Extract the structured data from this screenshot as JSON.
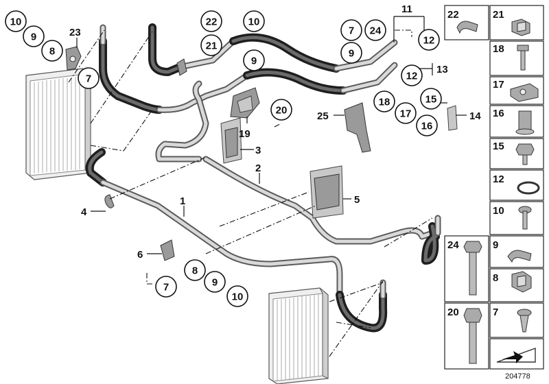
{
  "diagram_id": "204778",
  "callouts": [
    {
      "id": "c10a",
      "label": "10"
    },
    {
      "id": "c9a",
      "label": "9"
    },
    {
      "id": "c8a",
      "label": "8"
    },
    {
      "id": "c7a",
      "label": "7"
    },
    {
      "id": "c22a",
      "label": "22"
    },
    {
      "id": "c21a",
      "label": "21"
    },
    {
      "id": "c10b",
      "label": "10"
    },
    {
      "id": "c9b",
      "label": "9"
    },
    {
      "id": "c7b",
      "label": "7"
    },
    {
      "id": "c24a",
      "label": "24"
    },
    {
      "id": "c12a",
      "label": "12"
    },
    {
      "id": "c9c",
      "label": "9"
    },
    {
      "id": "c12b",
      "label": "12"
    },
    {
      "id": "c20a",
      "label": "20"
    },
    {
      "id": "c18a",
      "label": "18"
    },
    {
      "id": "c17a",
      "label": "17"
    },
    {
      "id": "c15a",
      "label": "15"
    },
    {
      "id": "c16a",
      "label": "16"
    },
    {
      "id": "c7c",
      "label": "7"
    },
    {
      "id": "c8b",
      "label": "8"
    },
    {
      "id": "c9d",
      "label": "9"
    },
    {
      "id": "c10c",
      "label": "10"
    }
  ],
  "labels": [
    {
      "id": "l23",
      "label": "23"
    },
    {
      "id": "l11",
      "label": "11"
    },
    {
      "id": "l13",
      "label": "13"
    },
    {
      "id": "l25",
      "label": "25"
    },
    {
      "id": "l19",
      "label": "19"
    },
    {
      "id": "l14",
      "label": "14"
    },
    {
      "id": "l3",
      "label": "3"
    },
    {
      "id": "l2",
      "label": "2"
    },
    {
      "id": "l5",
      "label": "5"
    },
    {
      "id": "l1",
      "label": "1"
    },
    {
      "id": "l4",
      "label": "4"
    },
    {
      "id": "l6",
      "label": "6"
    }
  ],
  "legend": [
    {
      "label": "22",
      "icon": "clip-icon"
    },
    {
      "label": "21",
      "icon": "clamp-icon"
    },
    {
      "label": "18",
      "icon": "bolt-icon"
    },
    {
      "label": "17",
      "icon": "double-clamp-icon"
    },
    {
      "label": "16",
      "icon": "nut-icon"
    },
    {
      "label": "15",
      "icon": "hex-bolt-icon"
    },
    {
      "label": "12",
      "icon": "o-ring-icon"
    },
    {
      "label": "10",
      "icon": "screw-icon"
    },
    {
      "label": "24",
      "icon": "long-bolt-icon"
    },
    {
      "label": "9",
      "icon": "clip-icon"
    },
    {
      "label": "8",
      "icon": "clamp-icon"
    },
    {
      "label": "20",
      "icon": "hex-bolt-icon"
    },
    {
      "label": "7",
      "icon": "expanding-rivet-icon"
    }
  ]
}
